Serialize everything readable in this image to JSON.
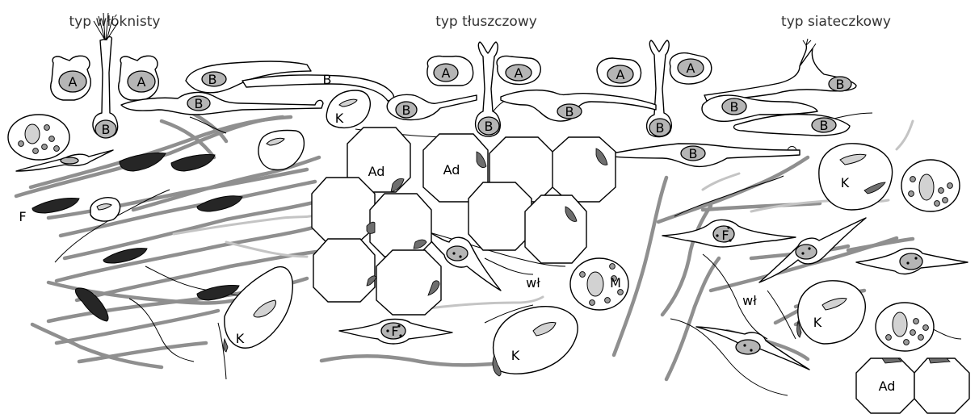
{
  "titles": {
    "fibrous": "typ włóknisty",
    "fatty": "typ tłuszczowy",
    "reticular": "typ siateczkowy"
  },
  "labels": {
    "A": "A",
    "B": "B",
    "K": "K",
    "F": "F",
    "Ad": "Ad",
    "M": "M",
    "wl": "wł"
  },
  "colors": {
    "fiber": "#8f8f8f",
    "fiber_light": "#c4c4c4",
    "nucleus": "#b5b5b5",
    "dark_cell": "#262626"
  }
}
